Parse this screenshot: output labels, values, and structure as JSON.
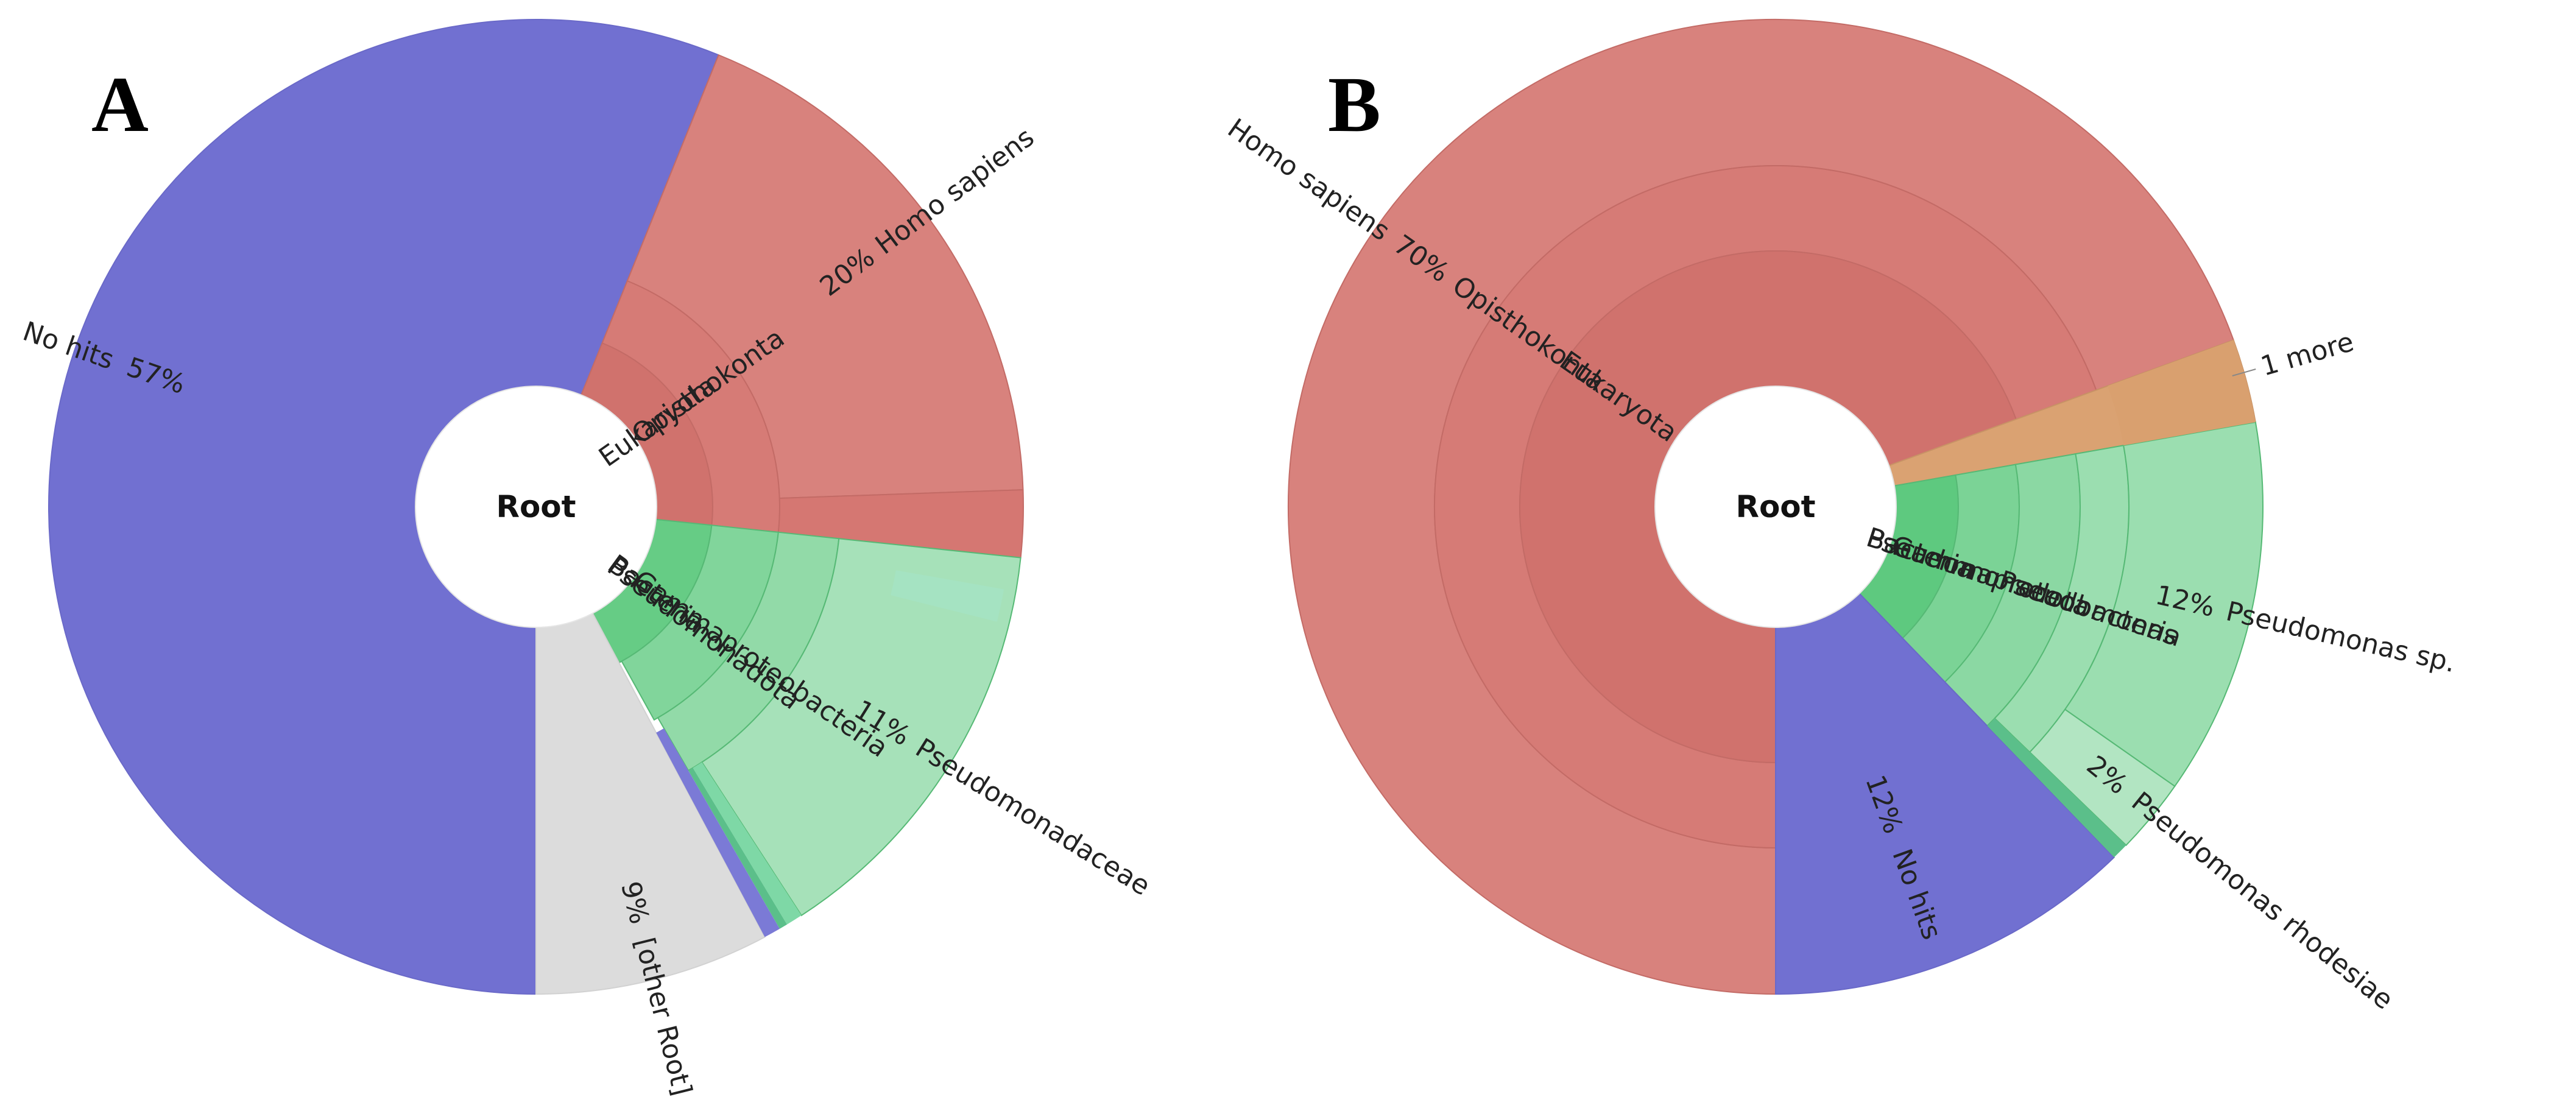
{
  "chart_data": [
    {
      "type": "sunburst",
      "panel_label": "A",
      "center_label": "Root",
      "colors": {
        "eukaryota": "#d4746f",
        "bacteria": "#5ec97f",
        "no_hits": "#7170d1",
        "other": "#dcdcdc"
      },
      "segments": [
        {
          "id": "no-hits",
          "name": "No hits",
          "percent": "57%",
          "value": 57,
          "level": 1
        },
        {
          "id": "eukaryota",
          "name": "Eukaryota",
          "value": 20.5,
          "level": 1
        },
        {
          "id": "opisthokonta",
          "name": "Opisthokonta",
          "value": 20.5,
          "level": 2
        },
        {
          "id": "homo-sapiens",
          "name": "Homo sapiens",
          "percent": "20%",
          "value": 20,
          "level": 3
        },
        {
          "id": "bacteria",
          "name": "Bacteria",
          "value": 13.5,
          "level": 1
        },
        {
          "id": "pseudomonadota",
          "name": "Pseudomonadota",
          "value": 13,
          "level": 2
        },
        {
          "id": "gammaproteobacteria",
          "name": "Gammaproteobacteria",
          "value": 13,
          "level": 3
        },
        {
          "id": "pseudomonadaceae",
          "name": "Pseudomonadaceae",
          "percent": "11%",
          "value": 11,
          "level": 4
        },
        {
          "id": "other-root",
          "name": "[other Root]",
          "percent": "9%",
          "value": 9,
          "level": 1
        }
      ]
    },
    {
      "type": "sunburst",
      "panel_label": "B",
      "center_label": "Root",
      "colors": {
        "eukaryota": "#d4746f",
        "bacteria": "#5ec97f",
        "no_hits": "#7170d1",
        "other": "#d9a06f"
      },
      "segments": [
        {
          "id": "homo-sapiens",
          "name": "Homo sapiens",
          "percent": "70%",
          "value": 70,
          "level": 3
        },
        {
          "id": "eukaryota",
          "name": "Eukaryota",
          "value": 70,
          "level": 1
        },
        {
          "id": "opisthokonta",
          "name": "Opisthokonta",
          "value": 70,
          "level": 2
        },
        {
          "id": "one-more",
          "name": "1 more",
          "value": 2,
          "level": 1
        },
        {
          "id": "bacteria",
          "name": "Bacteria",
          "value": 16,
          "level": 1
        },
        {
          "id": "pseudomonadota",
          "name": "Pseudomonadota",
          "value": 16,
          "level": 2
        },
        {
          "id": "gammaproteobacteria",
          "name": "Gammaproteobacteria",
          "value": 16,
          "level": 3
        },
        {
          "id": "pseudomonas",
          "name": "Pseudomonas",
          "value": 14,
          "level": 4
        },
        {
          "id": "pseudomonas-sp",
          "name": "Pseudomonas sp.",
          "percent": "12%",
          "value": 12,
          "level": 5
        },
        {
          "id": "pseudomonas-rhodesiae",
          "name": "Pseudomonas rhodesiae",
          "percent": "2%",
          "value": 2,
          "level": 5
        },
        {
          "id": "no-hits",
          "name": "No hits",
          "percent": "12%",
          "value": 12,
          "level": 1
        }
      ]
    }
  ]
}
